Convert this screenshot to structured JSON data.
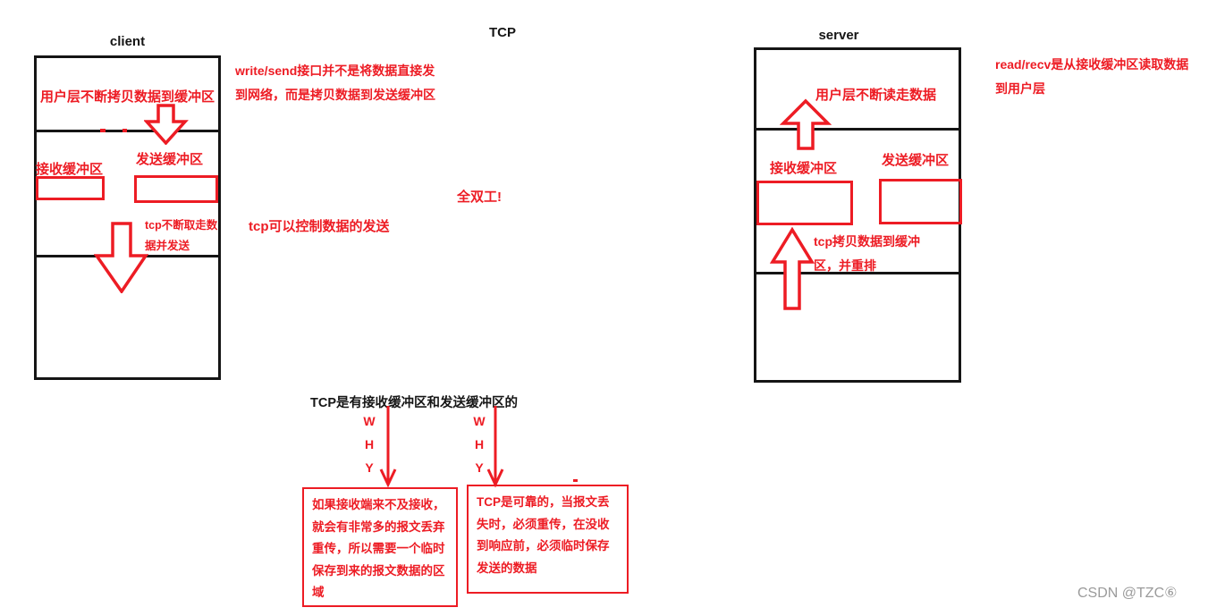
{
  "diagram_title": "TCP",
  "watermark": "CSDN @TZC⑥",
  "colors": {
    "accent_red": "#ed1c24",
    "line_black": "#151515",
    "watermark_gray": "#9b9b9b"
  },
  "client": {
    "title": "client",
    "user_note": "用户层不断拷贝数据到缓冲区",
    "recv_buffer_label": "接收缓冲区",
    "send_buffer_label": "发送缓冲区",
    "tcp_note_lines": [
      "tcp不断取走数",
      "据并发送"
    ]
  },
  "server": {
    "title": "server",
    "user_note": "用户层不断读走数据",
    "recv_buffer_label": "接收缓冲区",
    "send_buffer_label": "发送缓冲区",
    "tcp_note_lines": [
      "tcp拷贝数据到缓冲",
      "区，并重排"
    ]
  },
  "annotations": {
    "write_send_lines": [
      "write/send接口并不是将数据直接发",
      "到网络，而是拷贝数据到发送缓冲区"
    ],
    "full_duplex": "全双工!",
    "tcp_control": "tcp可以控制数据的发送",
    "read_recv_lines": [
      "read/recv是从接收缓冲区读取数据",
      "到用户层"
    ]
  },
  "why_section": {
    "heading": "TCP是有接收缓冲区和发送缓冲区的",
    "why_letters": [
      "W",
      "H",
      "Y"
    ],
    "left_box_lines": [
      "如果接收端来不及接收，",
      "就会有非常多的报文丢弃",
      "重传，所以需要一个临时",
      "保存到来的报文数据的区",
      "域"
    ],
    "right_box_lines": [
      "TCP是可靠的，当报文丢",
      "失时，必须重传，在没收",
      "到响应前，必须临时保存",
      "发送的数据"
    ]
  }
}
